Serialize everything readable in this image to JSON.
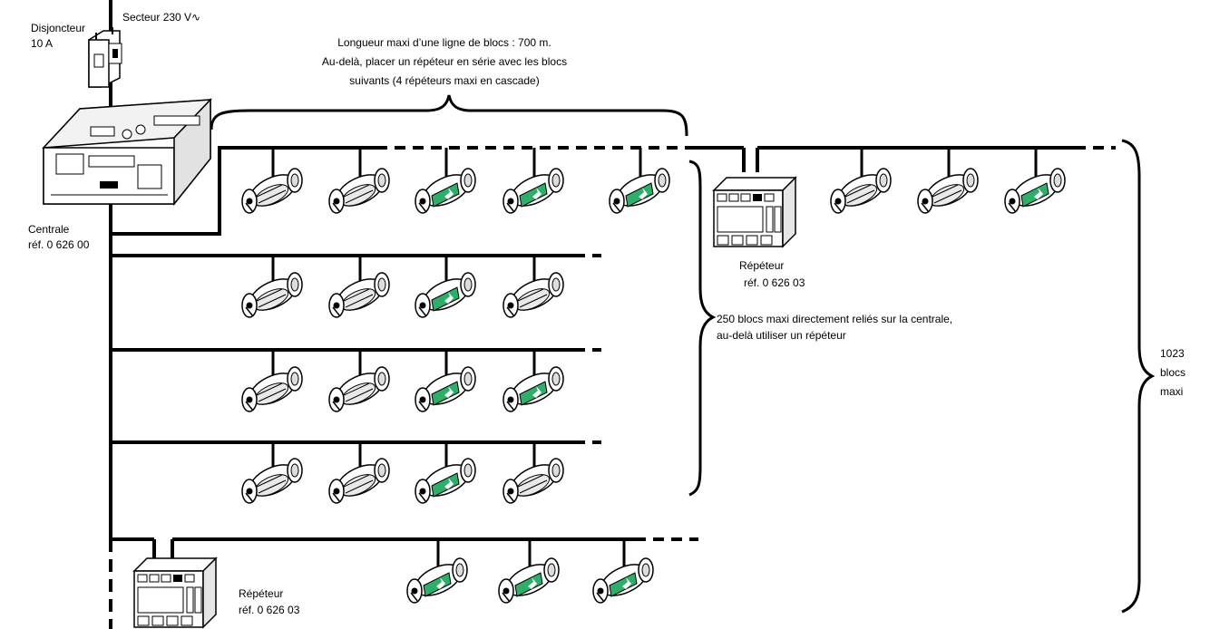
{
  "labels": {
    "breaker": "Disjoncteur",
    "breaker_rating": "10 A",
    "mains": "Secteur 230 V∿",
    "line_length_1": "Longueur maxi d’une ligne de blocs : 700 m.",
    "line_length_2": "Au-delà, placer un répéteur en série avec les blocs",
    "line_length_3": "suivants (4 répéteurs maxi en cascade)",
    "central": "Centrale",
    "central_ref": "réf. 0 626 00",
    "repeater_1": "Répéteur",
    "repeater_1_ref": "réf. 0 626 03",
    "direct_limit_1": "250 blocs maxi directement reliés sur la centrale,",
    "direct_limit_2": "au-delà utiliser un répéteur",
    "total_1": "1023",
    "total_2": "blocs",
    "total_3": "maxi",
    "repeater_2": "Répéteur",
    "repeater_2_ref": "réf. 0 626 03"
  },
  "colors": {
    "line": "#000000",
    "exit_sign_green": "#2fae6a",
    "device_fill": "#ffffff",
    "device_shade": "#cfcfcf"
  },
  "icons": {
    "breaker": "circuit-breaker-icon",
    "central": "central-unit-icon",
    "repeater": "repeater-icon",
    "block_standard": "emergency-light-block-icon",
    "block_exit": "exit-sign-block-icon"
  }
}
